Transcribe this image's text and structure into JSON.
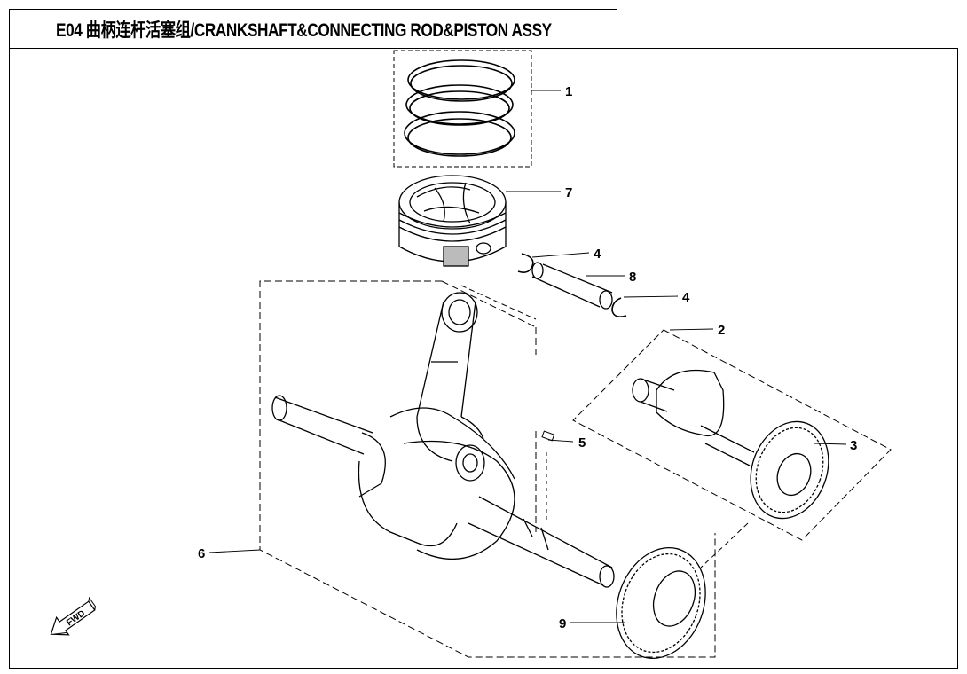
{
  "title": "E04 曲柄连杆活塞组/CRANKSHAFT&CONNECTING ROD&PISTON ASSY",
  "callouts": [
    {
      "label": "1",
      "part": "piston-ring-set"
    },
    {
      "label": "7",
      "part": "piston"
    },
    {
      "label": "4",
      "part": "piston-pin-clip-upper"
    },
    {
      "label": "8",
      "part": "piston-pin"
    },
    {
      "label": "4",
      "part": "piston-pin-clip-lower"
    },
    {
      "label": "2",
      "part": "balance-shaft-assy"
    },
    {
      "label": "3",
      "part": "balance-shaft-gear"
    },
    {
      "label": "5",
      "part": "woodruff-key"
    },
    {
      "label": "6",
      "part": "crankshaft-connecting-rod-assy"
    },
    {
      "label": "9",
      "part": "crankshaft-gear"
    }
  ],
  "fwd_badge": "FWD",
  "icons": {
    "direction": "fwd-arrow-icon"
  }
}
